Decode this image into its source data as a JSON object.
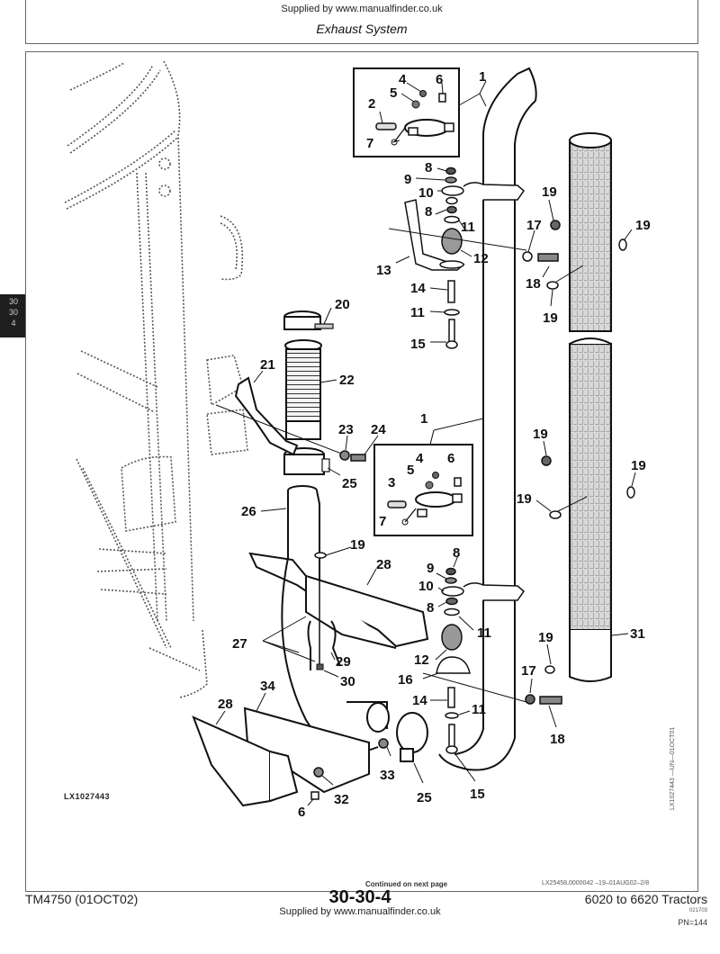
{
  "header": {
    "supplied_by": "Supplied by www.manualfinder.co.uk",
    "section_title": "Exhaust System"
  },
  "side_tab": {
    "lines": [
      "30",
      "30",
      "4"
    ]
  },
  "figure": {
    "figure_id": "LX1027443",
    "vertical_code": "LX1027443 —UN—01OCT01",
    "callouts": {
      "c1a": "1",
      "c2": "2",
      "c4a": "4",
      "c5a": "5",
      "c6a": "6",
      "c7a": "7",
      "c8a": "8",
      "c9a": "9",
      "c10a": "10",
      "c8b": "8",
      "c11a": "11",
      "c12a": "12",
      "c13": "13",
      "c14a": "14",
      "c11b": "11",
      "c15a": "15",
      "c19a": "19",
      "c17a": "17",
      "c19b": "19",
      "c18a": "18",
      "c19c": "19",
      "c20": "20",
      "c21": "21",
      "c22": "22",
      "c23": "23",
      "c24": "24",
      "c25a": "25",
      "c26": "26",
      "c1b": "1",
      "c4b": "4",
      "c5b": "5",
      "c6b": "6",
      "c3": "3",
      "c7b": "7",
      "c19d": "19",
      "c19e": "19",
      "c19f": "19",
      "c19g": "19",
      "c28a": "28",
      "c9b": "9",
      "c8c": "8",
      "c10b": "10",
      "c8d": "8",
      "c11c": "11",
      "c27": "27",
      "c29": "29",
      "c30": "30",
      "c12b": "12",
      "c16": "16",
      "c19h": "19",
      "c31": "31",
      "c17b": "17",
      "c18b": "18",
      "c34": "34",
      "c28b": "28",
      "c14b": "14",
      "c11d": "11",
      "c33": "33",
      "c32": "32",
      "c6c": "6",
      "c25b": "25",
      "c15b": "15"
    }
  },
  "footer": {
    "continued": "Continued on next page",
    "doc_code": "LX25458,0000042  –19–01AUG02–2/8",
    "tm_label": "TM4750 (01OCT02)",
    "page_number": "30-30-4",
    "supplied_by": "Supplied by www.manualfinder.co.uk",
    "product": "6020 to 6620 Tractors",
    "date_code": "021703",
    "pn": "PN=144"
  }
}
